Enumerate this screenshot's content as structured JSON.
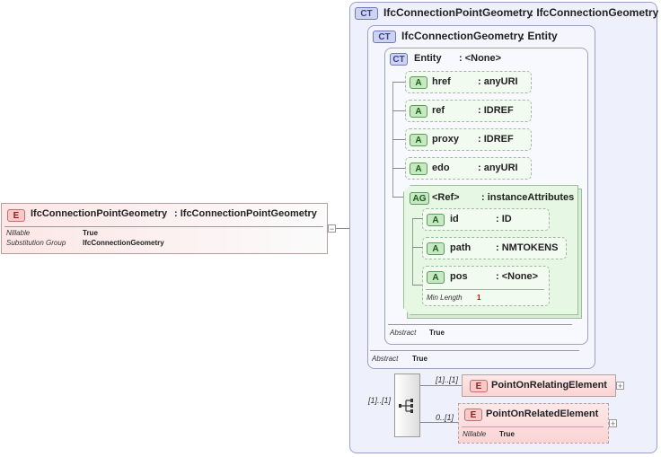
{
  "root": {
    "badge": "E",
    "name": "IfcConnectionPointGeometry",
    "type": ": IfcConnectionPointGeometry",
    "props": [
      {
        "k": "Nillable",
        "v": "True"
      },
      {
        "k": "Substitution Group",
        "v": "IfcConnectionGeometry"
      }
    ]
  },
  "ct_outer": {
    "badge": "CT",
    "name": "IfcConnectionPointGeometry",
    "type": ": IfcConnectionGeometry",
    "abstract_key": "Abstract",
    "abstract_val": "True"
  },
  "ct_mid": {
    "badge": "CT",
    "name": "IfcConnectionGeometry",
    "type": ": Entity",
    "abstract_key": "Abstract",
    "abstract_val": "True"
  },
  "ct_inner": {
    "badge": "CT",
    "name": "Entity",
    "type": ": <None>"
  },
  "attributes": [
    {
      "badge": "A",
      "name": "href",
      "type": ": anyURI"
    },
    {
      "badge": "A",
      "name": "ref",
      "type": ": IDREF"
    },
    {
      "badge": "A",
      "name": "proxy",
      "type": ": IDREF"
    },
    {
      "badge": "A",
      "name": "edo",
      "type": ": anyURI"
    }
  ],
  "attr_group": {
    "badge": "AG",
    "name": "<Ref>",
    "type": ": instanceAttributes",
    "items": [
      {
        "badge": "A",
        "name": "id",
        "type": ": ID"
      },
      {
        "badge": "A",
        "name": "path",
        "type": ": NMTOKENS"
      },
      {
        "badge": "A",
        "name": "pos",
        "type": ": <None>",
        "prop_key": "Min Length",
        "prop_val": "1"
      }
    ]
  },
  "sequence": {
    "mult": "[1]..[1]"
  },
  "elements": [
    {
      "badge": "E",
      "name": "PointOnRelatingElement",
      "mult": "[1]..[1]"
    },
    {
      "badge": "E",
      "name": "PointOnRelatedElement",
      "mult": "0..[1]",
      "prop_key": "Nillable",
      "prop_val": "True"
    }
  ],
  "expand_symbol": "+",
  "collapse_symbol": "−"
}
